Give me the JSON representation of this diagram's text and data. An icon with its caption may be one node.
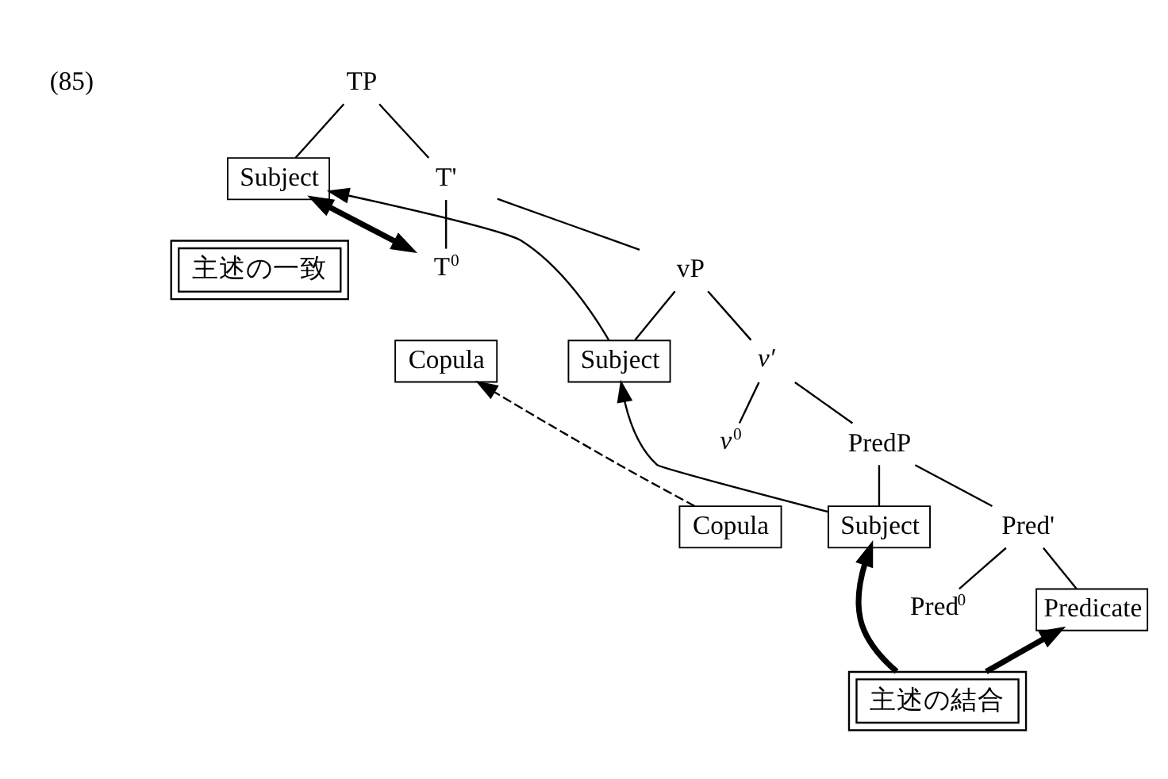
{
  "diagram": {
    "nodes": [
      {
        "text": [
          "TP"
        ]
      },
      {
        "text": [
          "Subject"
        ]
      },
      {
        "text": [
          "T'"
        ]
      },
      {
        "text": [
          "主述の一致"
        ]
      },
      {
        "text": [
          "T$^{0}$"
        ]
      },
      {
        "text": [
          "vP"
        ]
      },
      {
        "text": [
          "Copula"
        ]
      },
      {
        "text": [
          "Subject"
        ]
      },
      {
        "text": [
          "*v*′"
        ]
      },
      {
        "text": [
          "*v*$^{0}$"
        ]
      },
      {
        "text": [
          "PredP"
        ]
      },
      {
        "text": [
          "Copula"
        ]
      },
      {
        "text": [
          "Subject"
        ]
      },
      {
        "text": [
          "Pred'"
        ]
      },
      {
        "text": [
          "Pred$^{0}$"
        ]
      },
      {
        "text": [
          "Predicate"
        ]
      },
      {
        "text": [
          "主述の結合"
        ]
      }
    ],
    "edges": [
      {
        "from": 0,
        "to": 1,
        "arrow": "none"
      },
      {
        "from": 0,
        "to": 2,
        "arrow": "none"
      },
      {
        "from": 2,
        "to": 4,
        "arrow": "none"
      },
      {
        "from": 2,
        "to": 5,
        "arrow": "none"
      },
      {
        "from": 5,
        "to": 7,
        "arrow": "none"
      },
      {
        "from": 5,
        "to": 8,
        "arrow": "none"
      },
      {
        "from": 8,
        "to": 9,
        "arrow": "none"
      },
      {
        "from": 8,
        "to": 10,
        "arrow": "none"
      },
      {
        "from": 10,
        "to": 12,
        "arrow": "none"
      },
      {
        "from": 10,
        "to": 13,
        "arrow": "none"
      },
      {
        "from": 13,
        "to": 14,
        "arrow": "none"
      },
      {
        "from": 13,
        "to": 15,
        "arrow": "none"
      },
      {
        "from": 7,
        "to": 1,
        "arrow": "to"
      },
      {
        "from": 12,
        "to": 7,
        "arrow": "to"
      },
      {
        "from": 11,
        "to": 6,
        "arrow": "to",
        "style": "dashed"
      },
      {
        "from": 1,
        "to": 4,
        "arrow": "both",
        "style": "thick"
      },
      {
        "from": 16,
        "to": 12,
        "arrow": "to",
        "style": "thick"
      },
      {
        "from": 16,
        "to": 15,
        "arrow": "to",
        "style": "thick"
      }
    ],
    "labels": [
      "(85)"
    ]
  }
}
